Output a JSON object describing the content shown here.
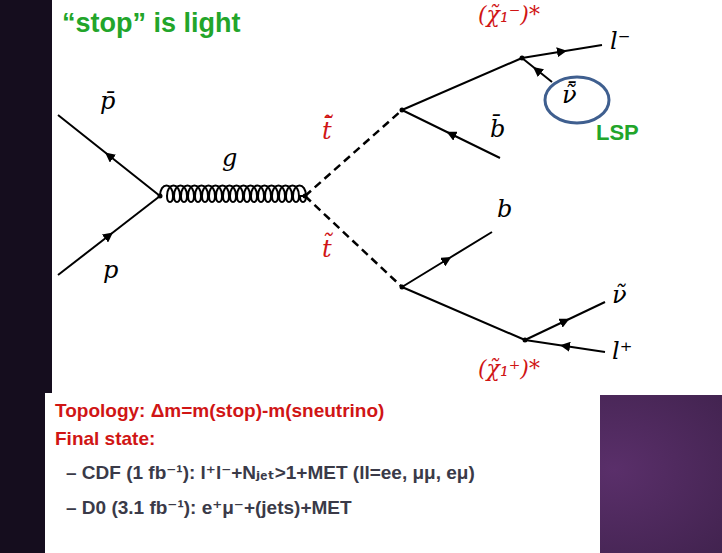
{
  "diagram": {
    "title": "“stop” is light",
    "labels": [
      "p̄",
      "p",
      "g",
      "t̃̄",
      "t̃",
      "(χ̃₁⁻)*",
      "b̄",
      "l⁻",
      "ν̃̄",
      "LSP",
      "b",
      "(χ̃₁⁺)*",
      "ν̃",
      "l⁺",
      "Topology: Δm=m(stop)-m(sneutrino)",
      "Final state:",
      "– CDF (1 fb⁻¹): l⁺l⁻+Nⱼₑₜ>1+MET (ll=ee, μμ, eμ)",
      "– D0 (3.1 fb⁻¹): e⁺μ⁻+(jets)+MET"
    ]
  }
}
